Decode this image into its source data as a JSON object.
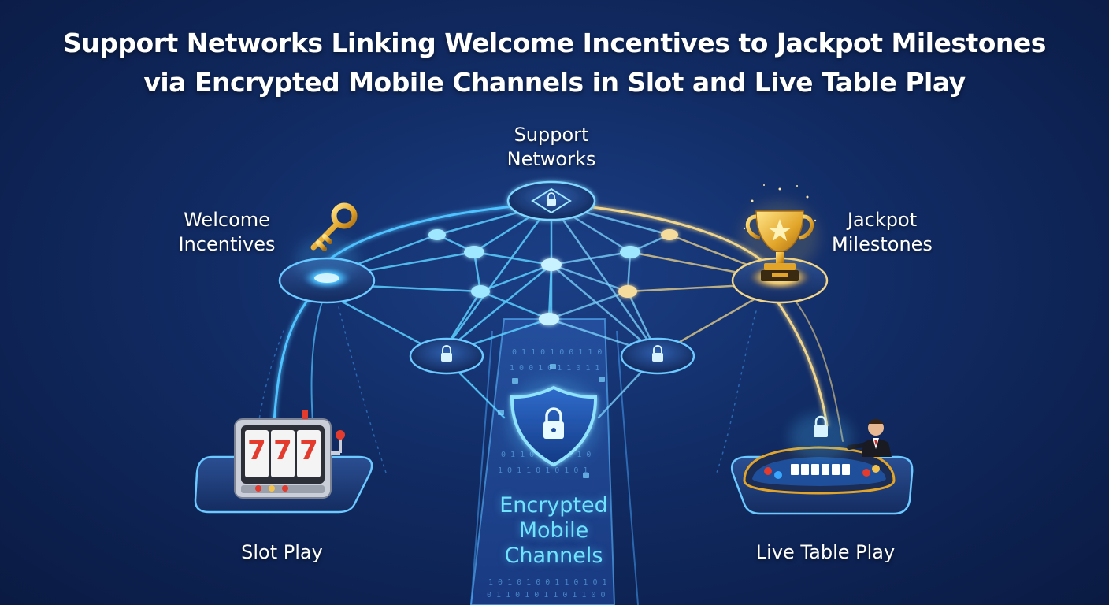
{
  "title": {
    "line1": "Support Networks Linking Welcome Incentives to Jackpot Milestones",
    "line2": "via Encrypted Mobile Channels in Slot and Live Table Play"
  },
  "nodes": {
    "support": {
      "line1": "Support",
      "line2": "Networks"
    },
    "welcome": {
      "line1": "Welcome",
      "line2": "Incentives"
    },
    "jackpot": {
      "line1": "Jackpot",
      "line2": "Milestones"
    },
    "slot": {
      "line1": "Slot Play"
    },
    "live": {
      "line1": "Live Table Play"
    },
    "encrypted": {
      "line1": "Encrypted",
      "line2": "Mobile",
      "line3": "Channels"
    }
  },
  "slot_reels": [
    "7",
    "7",
    "7"
  ],
  "icons": [
    "key-icon",
    "trophy-icon",
    "lock-icon",
    "shield-lock-icon",
    "slot-machine-icon",
    "card-table-icon",
    "dealer-icon"
  ],
  "colors": {
    "cyan": "#6fe3ff",
    "glow": "#3fb6ff",
    "gold": "#f2c14e",
    "background": "#112b63"
  }
}
